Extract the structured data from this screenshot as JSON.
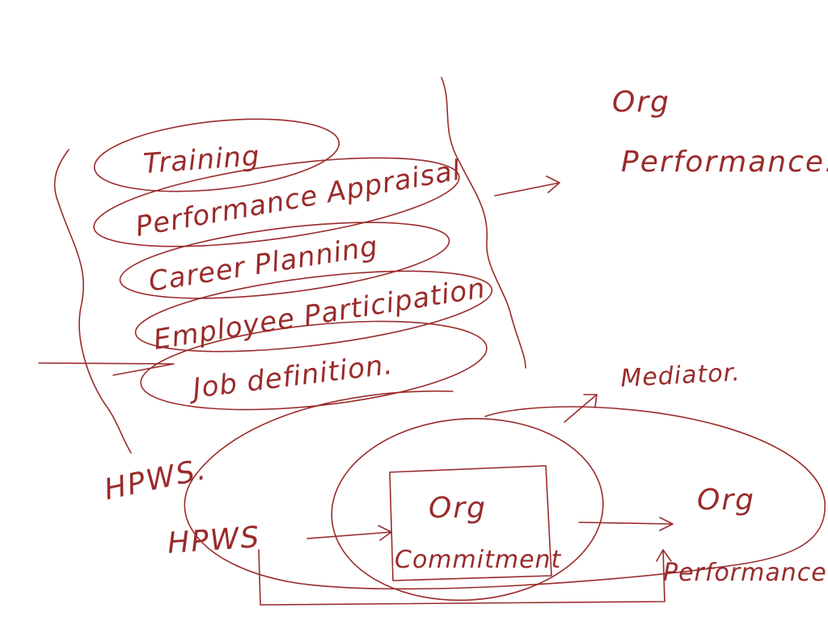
{
  "ink_color": "#9a2b2b",
  "practices": {
    "items": [
      "Training",
      "Performance Appraisal",
      "Career Planning",
      "Employee Participation",
      "Job definition."
    ]
  },
  "top_right": {
    "org": "Org",
    "performance": "Performance."
  },
  "left_label": "HPWS.",
  "mediator": {
    "label": "Mediator."
  },
  "model": {
    "input": "HPWS",
    "mediator_line1": "Org",
    "mediator_line2": "Commitment",
    "outcome_line1": "Org",
    "outcome_line2": "Performance"
  }
}
